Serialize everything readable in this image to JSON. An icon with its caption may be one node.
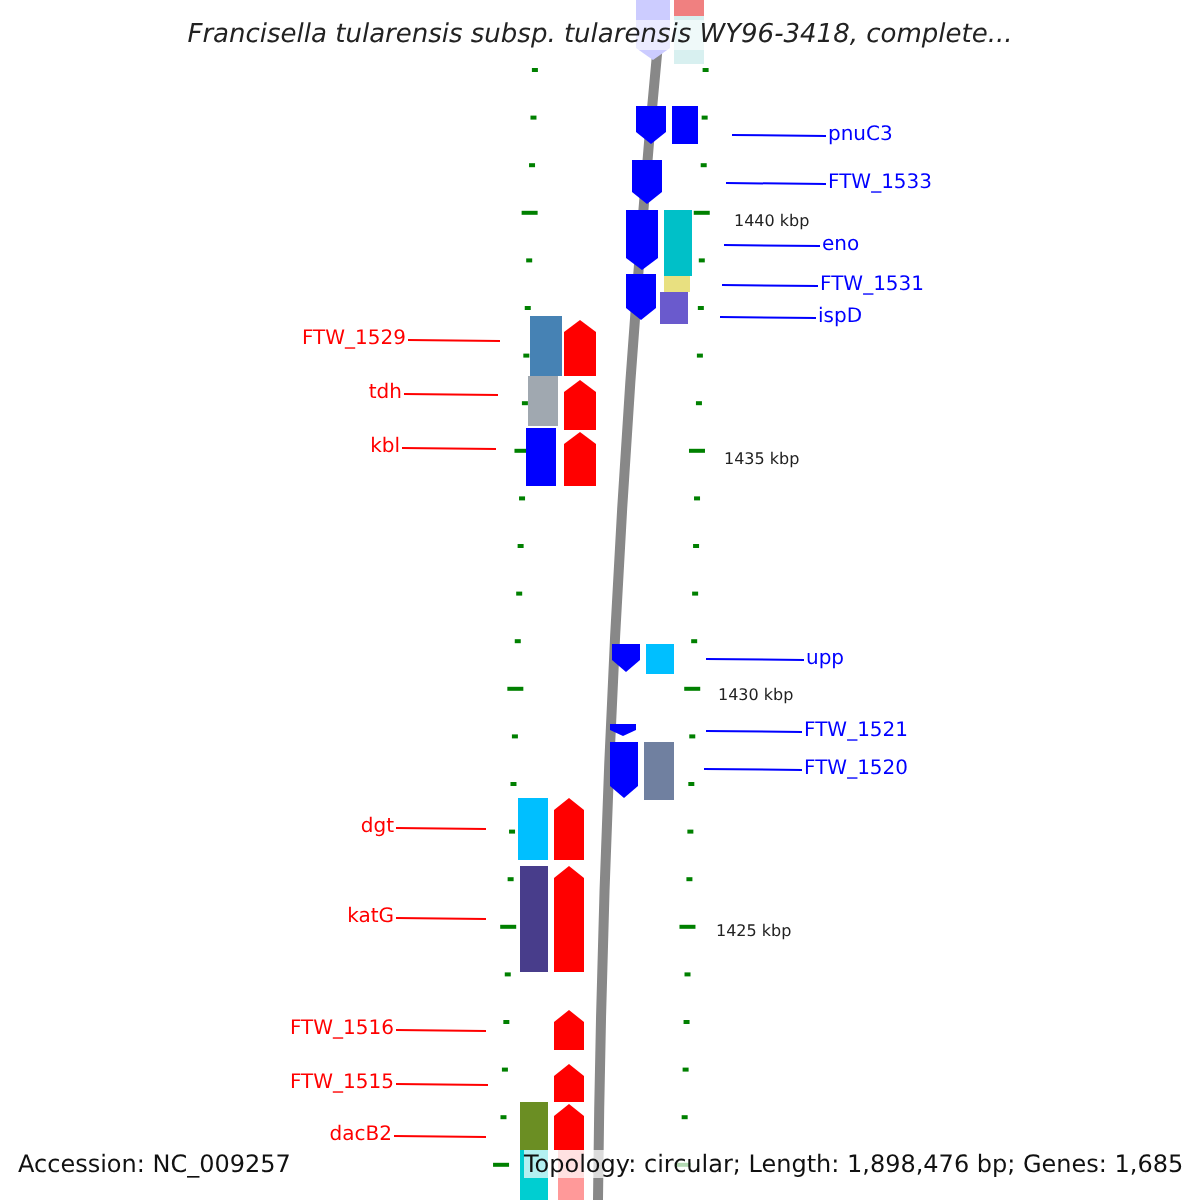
{
  "diagram": {
    "title": "Francisella tularensis subsp. tularensis WY96-3418, complete...",
    "nodes": [
      {
        "text": [
          "pnuC3"
        ]
      },
      {
        "text": [
          "FTW_1533"
        ]
      },
      {
        "text": [
          "eno"
        ]
      },
      {
        "text": [
          "FTW_1531"
        ]
      },
      {
        "text": [
          "ispD"
        ]
      },
      {
        "text": [
          "FTW_1529"
        ]
      },
      {
        "text": [
          "tdh"
        ]
      },
      {
        "text": [
          "kbl"
        ]
      },
      {
        "text": [
          "upp"
        ]
      },
      {
        "text": [
          "FTW_1521"
        ]
      },
      {
        "text": [
          "FTW_1520"
        ]
      },
      {
        "text": [
          "dgt"
        ]
      },
      {
        "text": [
          "katG"
        ]
      },
      {
        "text": [
          "FTW_1516"
        ]
      },
      {
        "text": [
          "FTW_1515"
        ]
      },
      {
        "text": [
          "dacB2"
        ]
      }
    ],
    "edges": [
      {
        "from": 0,
        "to": null,
        "arrow": "none",
        "color": "#0000ff"
      },
      {
        "from": 1,
        "to": null,
        "arrow": "none",
        "color": "#0000ff"
      },
      {
        "from": 2,
        "to": null,
        "arrow": "none",
        "color": "#0000ff"
      },
      {
        "from": 3,
        "to": null,
        "arrow": "none",
        "color": "#0000ff"
      },
      {
        "from": 4,
        "to": null,
        "arrow": "none",
        "color": "#0000ff"
      },
      {
        "from": 5,
        "to": null,
        "arrow": "none",
        "color": "#ff0000"
      },
      {
        "from": 6,
        "to": null,
        "arrow": "none",
        "color": "#ff0000"
      },
      {
        "from": 7,
        "to": null,
        "arrow": "none",
        "color": "#ff0000"
      },
      {
        "from": 8,
        "to": null,
        "arrow": "none",
        "color": "#0000ff"
      },
      {
        "from": 9,
        "to": null,
        "arrow": "none",
        "color": "#0000ff"
      },
      {
        "from": 10,
        "to": null,
        "arrow": "none",
        "color": "#0000ff"
      },
      {
        "from": 11,
        "to": null,
        "arrow": "none",
        "color": "#ff0000"
      },
      {
        "from": 12,
        "to": null,
        "arrow": "none",
        "color": "#ff0000"
      },
      {
        "from": 13,
        "to": null,
        "arrow": "none",
        "color": "#ff0000"
      },
      {
        "from": 14,
        "to": null,
        "arrow": "none",
        "color": "#ff0000"
      },
      {
        "from": 15,
        "to": null,
        "arrow": "none",
        "color": "#ff0000"
      }
    ],
    "labels": [
      "1440 kbp",
      "1435 kbp",
      "1430 kbp",
      "1425 kbp",
      "Accession: NC_009257",
      "Topology: circular; Length: 1,898,476 bp; Genes: 1,685"
    ]
  }
}
